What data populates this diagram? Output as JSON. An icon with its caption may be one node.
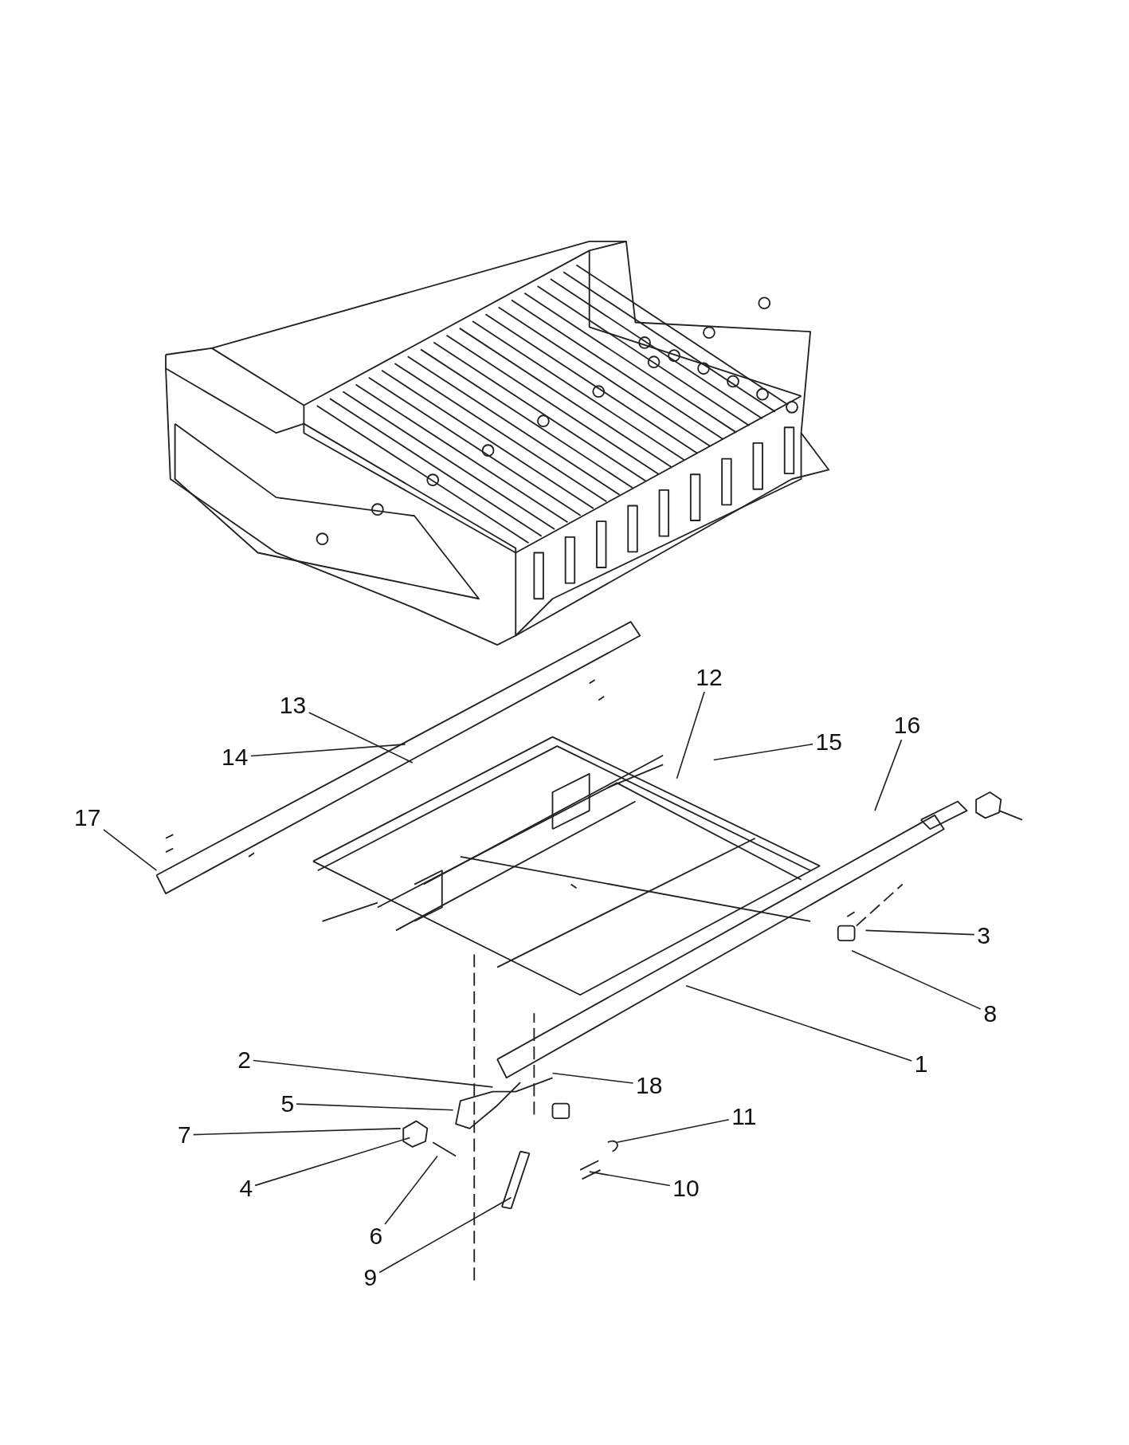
{
  "diagram": {
    "nodes": [
      {
        "text": [
          "12"
        ]
      },
      {
        "text": [
          "13"
        ]
      },
      {
        "text": [
          "16"
        ]
      },
      {
        "text": [
          "15"
        ]
      },
      {
        "text": [
          "14"
        ]
      },
      {
        "text": [
          "17"
        ]
      },
      {
        "text": [
          "3"
        ]
      },
      {
        "text": [
          "8"
        ]
      },
      {
        "text": [
          "2"
        ]
      },
      {
        "text": [
          "1"
        ]
      },
      {
        "text": [
          "18"
        ]
      },
      {
        "text": [
          "5"
        ]
      },
      {
        "text": [
          "11"
        ]
      },
      {
        "text": [
          "7"
        ]
      },
      {
        "text": [
          "4"
        ]
      },
      {
        "text": [
          "10"
        ]
      },
      {
        "text": [
          "6"
        ]
      },
      {
        "text": [
          "9"
        ]
      }
    ],
    "edges": [
      {
        "from": 0,
        "to": null,
        "arrow": "none"
      },
      {
        "from": 1,
        "to": null,
        "arrow": "none"
      },
      {
        "from": 2,
        "to": null,
        "arrow": "none"
      },
      {
        "from": 3,
        "to": null,
        "arrow": "none"
      },
      {
        "from": 4,
        "to": null,
        "arrow": "none"
      },
      {
        "from": 5,
        "to": null,
        "arrow": "none"
      },
      {
        "from": 6,
        "to": null,
        "arrow": "none"
      },
      {
        "from": 7,
        "to": null,
        "arrow": "none"
      },
      {
        "from": 8,
        "to": null,
        "arrow": "none"
      },
      {
        "from": 9,
        "to": null,
        "arrow": "none"
      },
      {
        "from": 10,
        "to": null,
        "arrow": "none"
      },
      {
        "from": 11,
        "to": null,
        "arrow": "none"
      },
      {
        "from": 12,
        "to": null,
        "arrow": "none"
      },
      {
        "from": 13,
        "to": null,
        "arrow": "none"
      },
      {
        "from": 14,
        "to": null,
        "arrow": "none"
      },
      {
        "from": 15,
        "to": null,
        "arrow": "none"
      },
      {
        "from": 16,
        "to": null,
        "arrow": "none"
      },
      {
        "from": 17,
        "to": null,
        "arrow": "none"
      }
    ]
  }
}
